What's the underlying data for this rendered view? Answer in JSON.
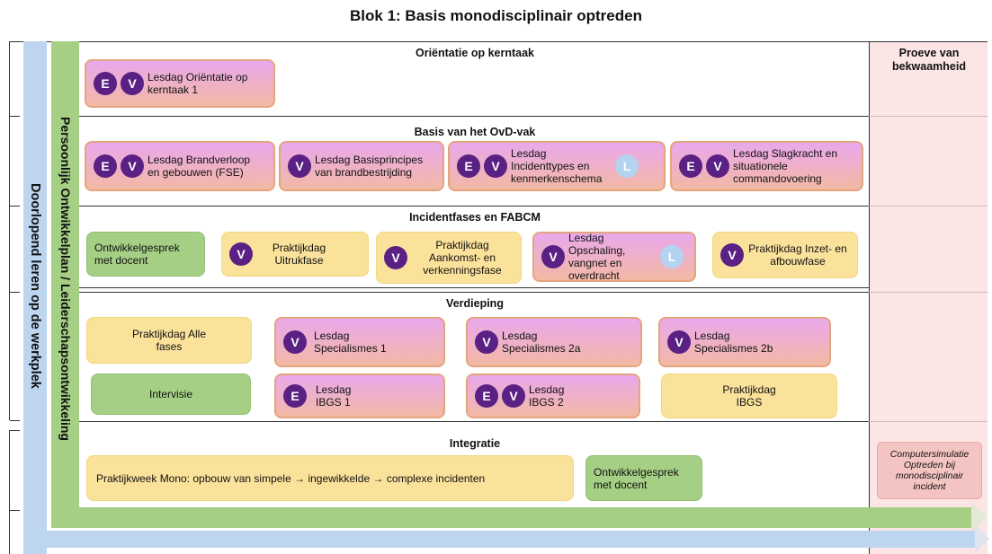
{
  "title": "Blok 1: Basis monodisciplinair optreden",
  "side_labels": {
    "blue": "Doorlopend leren op de werkplek",
    "green": "Persoonlijk Ontwikkelplan / Leiderschapsontwikkeling"
  },
  "proeve": {
    "title": "Proeve van bekwaamheid",
    "simulation": "Computersimulatie Optreden bij monodisciplinair incident"
  },
  "sections": [
    {
      "title": "Oriëntatie op kerntaak"
    },
    {
      "title": "Basis van het OvD-vak"
    },
    {
      "title": "Incidentfases en FABCM"
    },
    {
      "title": "Verdieping"
    },
    {
      "title": "Integratie"
    }
  ],
  "boxes": {
    "s1_1": "Lesdag Oriëntatie op kerntaak 1",
    "s2_1": "Lesdag Brandverloop en gebouwen (FSE)",
    "s2_2": "Lesdag Basisprincipes van brandbestrijding",
    "s2_3": "Lesdag Incidenttypes en kenmerkenschema",
    "s2_4": "Lesdag Slagkracht en situationele commandovoering",
    "s3_1": "Ontwikkelgesprek met docent",
    "s3_2": "Praktijkdag Uitrukfase",
    "s3_3": "Praktijkdag Aankomst- en verkenningsfase",
    "s3_4": "Lesdag Opschaling, vangnet en overdracht",
    "s3_5": "Praktijkdag Inzet- en afbouwfase",
    "s4_1": "Praktijkdag Alle fases",
    "s4_2": "Lesdag Specialismes 1",
    "s4_3": "Lesdag Specialismes 2a",
    "s4_4": "Lesdag Specialismes 2b",
    "s4_5": "Intervisie",
    "s4_6": "Lesdag IBGS 1",
    "s4_7": "Lesdag IBGS 2",
    "s4_8": "Praktijkdag IBGS",
    "s5_1": "Praktijkweek Mono: opbouw van simpele → ingewikkelde → complexe incidenten",
    "s5_2": "Ontwikkelgesprek met docent"
  },
  "badges": {
    "E": "E",
    "V": "V",
    "L": "L"
  },
  "colors": {
    "lesdag_gradient": [
      "#e9a8ec",
      "#f3b9a4"
    ],
    "lesdag_border": "#e3a57e",
    "praktijkdag": "#fbe29b",
    "green": "#a5cf85",
    "blue": "#bdd5ee",
    "badge": "#5a2083",
    "badge_l": "#b4d3f1",
    "proeve_bg": "#fbe5e5",
    "simulation": "#f4c4c2"
  }
}
